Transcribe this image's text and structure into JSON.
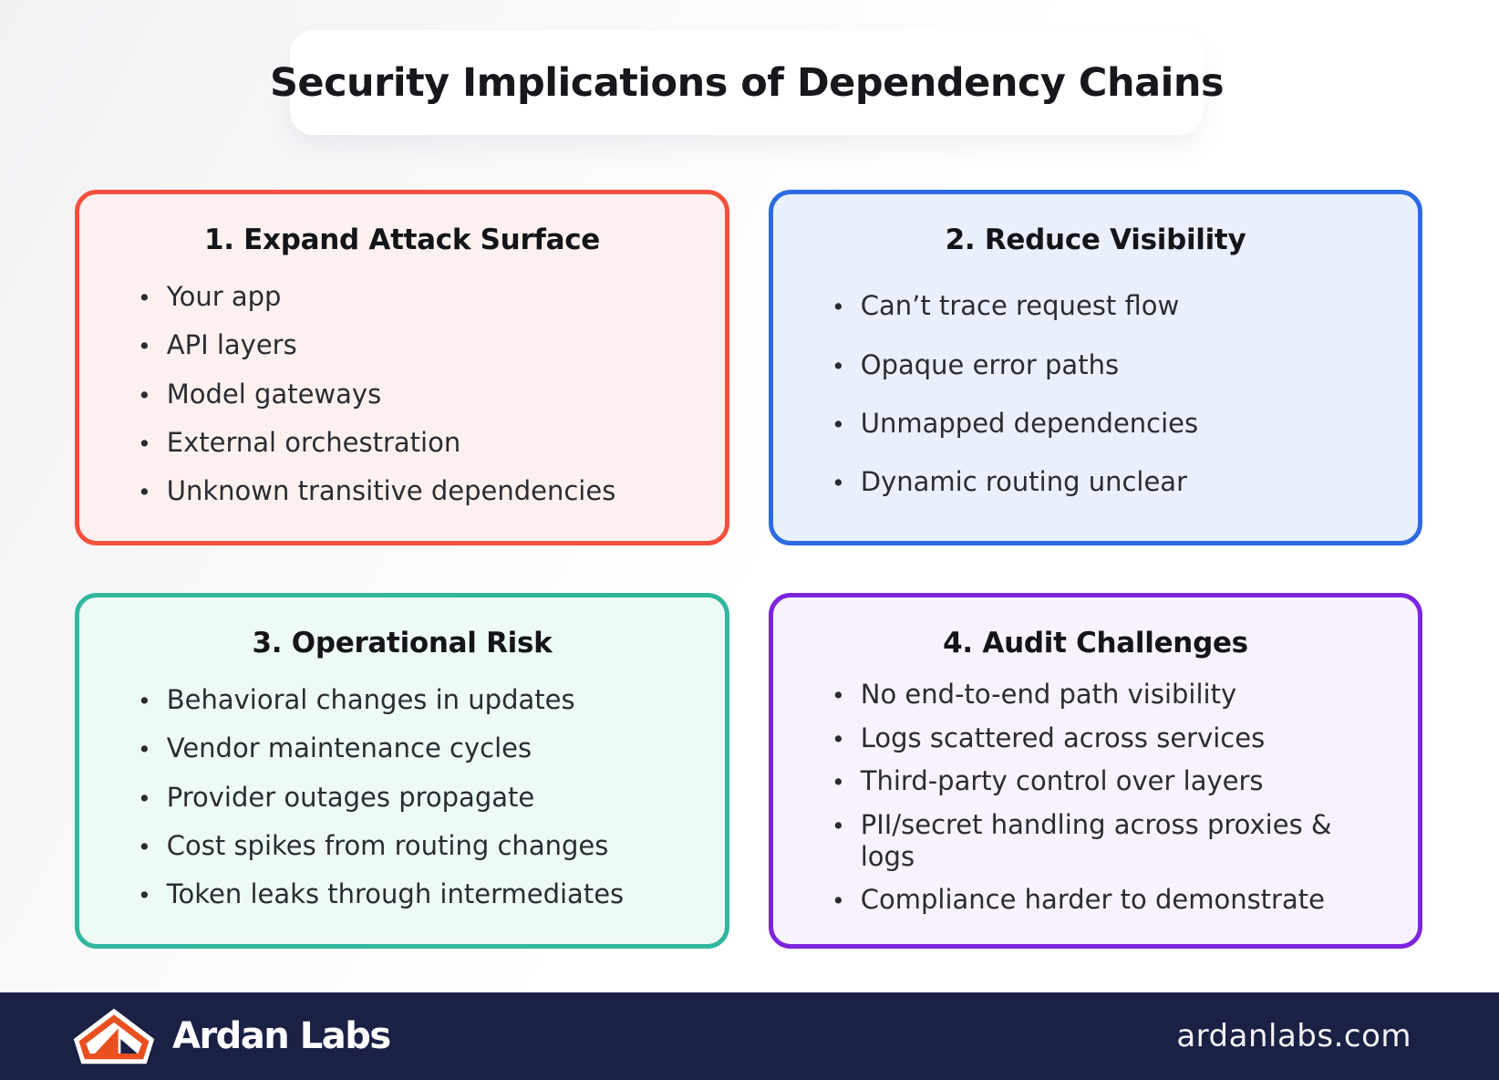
{
  "page": {
    "title": "Security Implications of Dependency Chains"
  },
  "cards": [
    {
      "title": "1. Expand Attack Surface",
      "accent": "#f4503c",
      "bg": "#fcf1ee",
      "items": [
        "Your app",
        "API layers",
        "Model gateways",
        "External orchestration",
        "Unknown transitive dependencies"
      ]
    },
    {
      "title": "2. Reduce Visibility",
      "accent": "#2d6be2",
      "bg": "#e9f0fb",
      "items": [
        "Can’t trace request flow",
        "Opaque error paths",
        "Unmapped dependencies",
        "Dynamic routing unclear"
      ]
    },
    {
      "title": "3. Operational Risk",
      "accent": "#31b79e",
      "bg": "#edfaf6",
      "items": [
        "Behavioral changes in updates",
        "Vendor maintenance cycles",
        "Provider outages propagate",
        "Cost spikes from routing changes",
        "Token leaks through intermediates"
      ]
    },
    {
      "title": "4. Audit Challenges",
      "accent": "#7d24de",
      "bg": "#f7f2fb",
      "items": [
        "No end-to-end path visibility",
        "Logs scattered across services",
        "Third-party control over layers",
        "PII/secret handling across proxies & logs",
        "Compliance harder to demonstrate"
      ]
    }
  ],
  "footer": {
    "brand": "Ardan Labs",
    "website": "ardanlabs.com",
    "logo_icon": "ardan-labs-pentagon-tent-logo"
  },
  "theme": {
    "footer-bg": "#1a2145",
    "logo-orange": "#e8501f",
    "logo-navy": "#1a2145",
    "logo-white": "#ffffff"
  }
}
